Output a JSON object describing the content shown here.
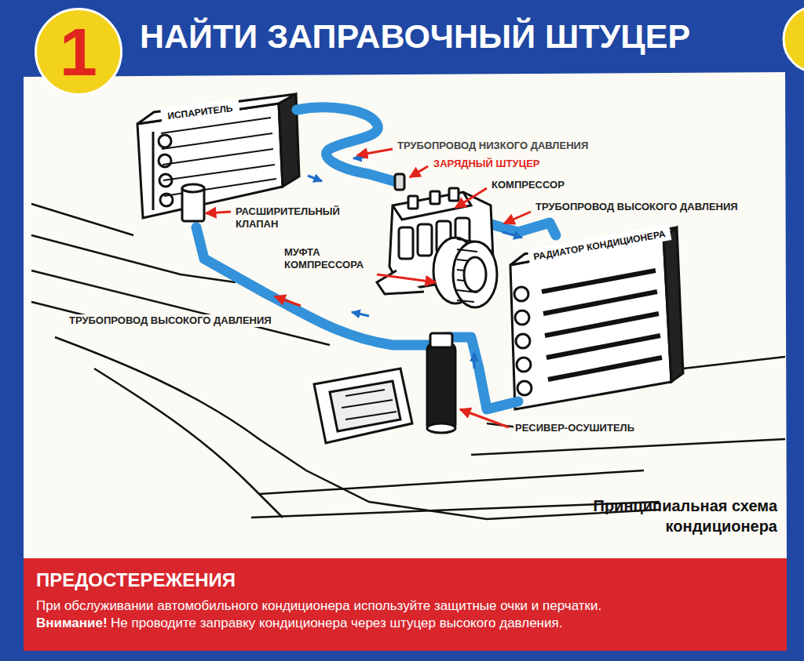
{
  "diagram": {
    "title": "НАЙТИ ЗАПРАВОЧНЫЙ ШТУЦЕР",
    "caption": "Принципиальная схема кондиционера",
    "nodes": [
      {
        "text": [
          "1"
        ]
      },
      {
        "text": [
          "ИСПАРИТЕЛЬ"
        ]
      },
      {
        "text": [
          "РАДИАТОР КОНДИЦИОНЕРА"
        ]
      },
      {
        "text": [
          "ПРЕДОСТЕРЕЖЕНИЯ",
          "При обслуживании автомобильного кондиционера используйте защитные очки и перчатки.",
          "Внимание!",
          "Не проводите заправку кондиционера через штуцер высокого давления."
        ]
      }
    ],
    "labels": [
      "ТРУБОПРОВОД НИЗКОГО ДАВЛЕНИЯ",
      "ЗАРЯДНЫЙ ШТУЦЕР",
      "КОМПРЕССОР",
      "ТРУБОПРОВОД ВЫСОКОГО ДАВЛЕНИЯ",
      "РАСШИРИТЕЛЬНЫЙ КЛАПАН",
      "МУФТА КОМПРЕССОРА",
      "ТРУБОПРОВОД ВЫСОКОГО ДАВЛЕНИЯ",
      "РЕСИВЕР-ОСУШИТЕЛЬ"
    ]
  }
}
